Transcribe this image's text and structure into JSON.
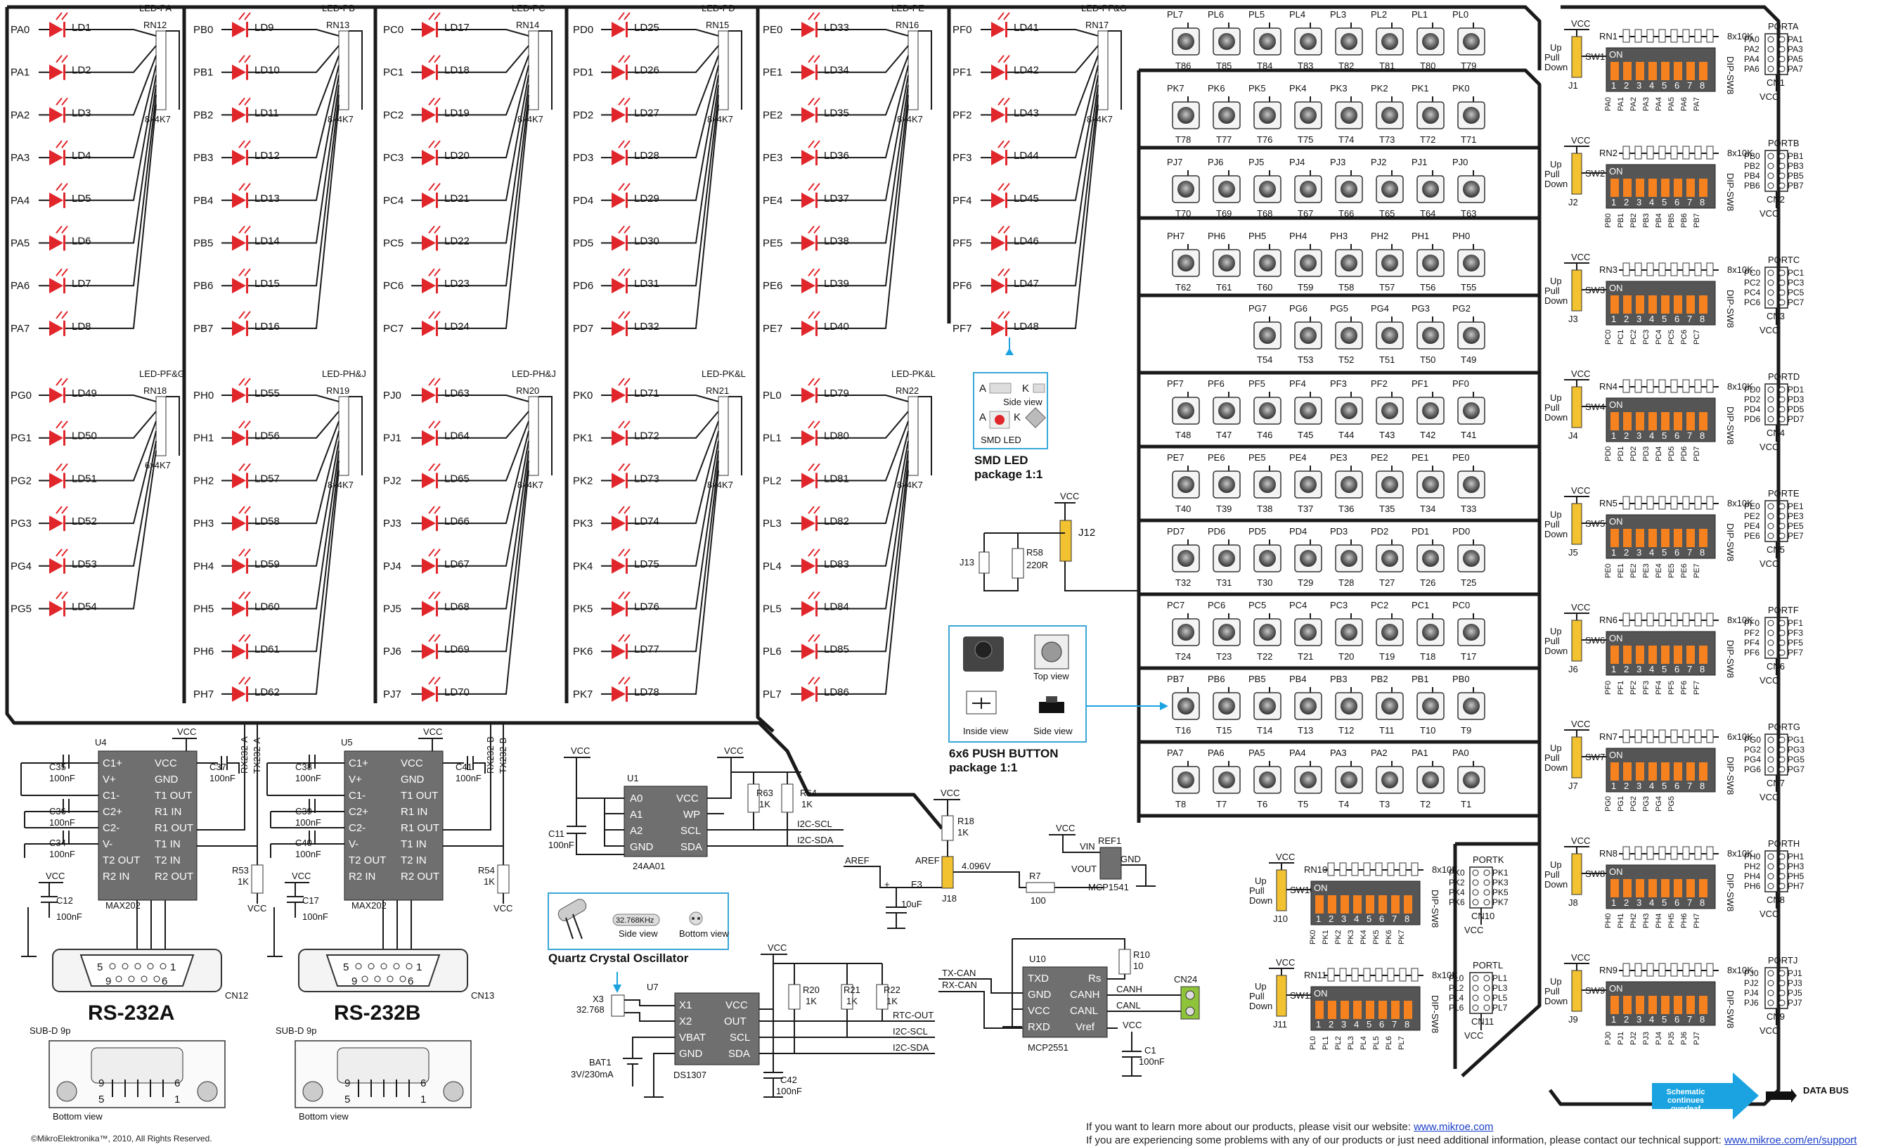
{
  "led_groups": [
    {
      "bank": "LED-PA",
      "rn": "RN12",
      "rv": "8x4K7",
      "p": [
        "PA0",
        "PA1",
        "PA2",
        "PA3",
        "PA4",
        "PA5",
        "PA6",
        "PA7"
      ],
      "l": [
        "LD1",
        "LD2",
        "LD3",
        "LD4",
        "LD5",
        "LD6",
        "LD7",
        "LD8"
      ]
    },
    {
      "bank": "LED-PB",
      "rn": "RN13",
      "rv": "8x4K7",
      "p": [
        "PB0",
        "PB1",
        "PB2",
        "PB3",
        "PB4",
        "PB5",
        "PB6",
        "PB7"
      ],
      "l": [
        "LD9",
        "LD10",
        "LD11",
        "LD12",
        "LD13",
        "LD14",
        "LD15",
        "LD16"
      ]
    },
    {
      "bank": "LED-PC",
      "rn": "RN14",
      "rv": "8x4K7",
      "p": [
        "PC0",
        "PC1",
        "PC2",
        "PC3",
        "PC4",
        "PC5",
        "PC6",
        "PC7"
      ],
      "l": [
        "LD17",
        "LD18",
        "LD19",
        "LD20",
        "LD21",
        "LD22",
        "LD23",
        "LD24"
      ]
    },
    {
      "bank": "LED-PD",
      "rn": "RN15",
      "rv": "8x4K7",
      "p": [
        "PD0",
        "PD1",
        "PD2",
        "PD3",
        "PD4",
        "PD5",
        "PD6",
        "PD7"
      ],
      "l": [
        "LD25",
        "LD26",
        "LD27",
        "LD28",
        "LD29",
        "LD30",
        "LD31",
        "LD32"
      ]
    },
    {
      "bank": "LED-PE",
      "rn": "RN16",
      "rv": "8x4K7",
      "p": [
        "PE0",
        "PE1",
        "PE2",
        "PE3",
        "PE4",
        "PE5",
        "PE6",
        "PE7"
      ],
      "l": [
        "LD33",
        "LD34",
        "LD35",
        "LD36",
        "LD37",
        "LD38",
        "LD39",
        "LD40"
      ]
    },
    {
      "bank": "LED-PF&G",
      "rn": "RN17",
      "rv": "8x4K7",
      "p": [
        "PF0",
        "PF1",
        "PF2",
        "PF3",
        "PF4",
        "PF5",
        "PF6",
        "PF7"
      ],
      "l": [
        "LD41",
        "LD42",
        "LD43",
        "LD44",
        "LD45",
        "LD46",
        "LD47",
        "LD48"
      ]
    },
    {
      "bank": "LED-PF&G",
      "rn": "RN18",
      "rv": "6x4K7",
      "p": [
        "PG0",
        "PG1",
        "PG2",
        "PG3",
        "PG4",
        "PG5"
      ],
      "l": [
        "LD49",
        "LD50",
        "LD51",
        "LD52",
        "LD53",
        "LD54"
      ]
    },
    {
      "bank": "LED-PH&J",
      "rn": "RN19",
      "rv": "8x4K7",
      "p": [
        "PH0",
        "PH1",
        "PH2",
        "PH3",
        "PH4",
        "PH5",
        "PH6",
        "PH7"
      ],
      "l": [
        "LD55",
        "LD56",
        "LD57",
        "LD58",
        "LD59",
        "LD60",
        "LD61",
        "LD62"
      ]
    },
    {
      "bank": "LED-PH&J",
      "rn": "RN20",
      "rv": "8x4K7",
      "p": [
        "PJ0",
        "PJ1",
        "PJ2",
        "PJ3",
        "PJ4",
        "PJ5",
        "PJ6",
        "PJ7"
      ],
      "l": [
        "LD63",
        "LD64",
        "LD65",
        "LD66",
        "LD67",
        "LD68",
        "LD69",
        "LD70"
      ]
    },
    {
      "bank": "LED-PK&L",
      "rn": "RN21",
      "rv": "8x4K7",
      "p": [
        "PK0",
        "PK1",
        "PK2",
        "PK3",
        "PK4",
        "PK5",
        "PK6",
        "PK7"
      ],
      "l": [
        "LD71",
        "LD72",
        "LD73",
        "LD74",
        "LD75",
        "LD76",
        "LD77",
        "LD78"
      ]
    },
    {
      "bank": "LED-PK&L",
      "rn": "RN22",
      "rv": "8x4K7",
      "p": [
        "PL0",
        "PL1",
        "PL2",
        "PL3",
        "PL4",
        "PL5",
        "PL6",
        "PL7"
      ],
      "l": [
        "LD79",
        "LD80",
        "LD81",
        "LD82",
        "LD83",
        "LD84",
        "LD85",
        "LD86"
      ]
    }
  ],
  "button_rows": [
    {
      "pfx": "PL",
      "start": 86,
      "cols": 8
    },
    {
      "pfx": "PK",
      "start": 78,
      "cols": 8
    },
    {
      "pfx": "PJ",
      "start": 70,
      "cols": 8
    },
    {
      "pfx": "PH",
      "start": 62,
      "cols": 8
    },
    {
      "pfx": "PG",
      "start": 54,
      "cols": 6
    },
    {
      "pfx": "PF",
      "start": 48,
      "cols": 8
    },
    {
      "pfx": "PE",
      "start": 40,
      "cols": 8
    },
    {
      "pfx": "PD",
      "start": 32,
      "cols": 8
    },
    {
      "pfx": "PC",
      "start": 24,
      "cols": 8
    },
    {
      "pfx": "PB",
      "start": 16,
      "cols": 8
    },
    {
      "pfx": "PA",
      "start": 8,
      "cols": 8
    }
  ],
  "dip_right": [
    {
      "port": "PORTA",
      "rn": "RN1",
      "rv": "8x10K",
      "sw": "SW1",
      "j": "J1",
      "cn": "CN1",
      "pfx": "PA",
      "n": 8
    },
    {
      "port": "PORTB",
      "rn": "RN2",
      "rv": "8x10K",
      "sw": "SW2",
      "j": "J2",
      "cn": "CN2",
      "pfx": "PB",
      "n": 8
    },
    {
      "port": "PORTC",
      "rn": "RN3",
      "rv": "8x10K",
      "sw": "SW3",
      "j": "J3",
      "cn": "CN3",
      "pfx": "PC",
      "n": 8
    },
    {
      "port": "PORTD",
      "rn": "RN4",
      "rv": "8x10K",
      "sw": "SW4",
      "j": "J4",
      "cn": "CN4",
      "pfx": "PD",
      "n": 8
    },
    {
      "port": "PORTE",
      "rn": "RN5",
      "rv": "8x10K",
      "sw": "SW5",
      "j": "J5",
      "cn": "CN5",
      "pfx": "PE",
      "n": 8
    },
    {
      "port": "PORTF",
      "rn": "RN6",
      "rv": "8x10K",
      "sw": "SW6",
      "j": "J6",
      "cn": "CN6",
      "pfx": "PF",
      "n": 8
    },
    {
      "port": "PORTG",
      "rn": "RN7",
      "rv": "6x10K",
      "sw": "SW7",
      "j": "J7",
      "cn": "CN7",
      "pfx": "PG",
      "n": 6
    },
    {
      "port": "PORTH",
      "rn": "RN8",
      "rv": "8x10K",
      "sw": "SW8",
      "j": "J8",
      "cn": "CN8",
      "pfx": "PH",
      "n": 8
    },
    {
      "port": "PORTJ",
      "rn": "RN9",
      "rv": "8x10K",
      "sw": "SW9",
      "j": "J9",
      "cn": "CN9",
      "pfx": "PJ",
      "n": 8
    }
  ],
  "dip_left": [
    {
      "port": "PORTK",
      "rn": "RN10",
      "rv": "8x10K",
      "sw": "SW10",
      "j": "J10",
      "cn": "CN10",
      "pfx": "PK",
      "n": 8
    },
    {
      "port": "PORTL",
      "rn": "RN11",
      "rv": "8x10K",
      "sw": "SW11",
      "j": "J11",
      "cn": "CN11",
      "pfx": "PL",
      "n": 8
    }
  ],
  "common": {
    "vcc": "VCC",
    "up": "Up",
    "pull": "Pull",
    "down": "Down",
    "on": "ON",
    "dip_type": "DIP-SW8",
    "data_bus": "DATA BUS",
    "schematic_note": [
      "Schematic",
      "continues",
      "overleaf"
    ]
  },
  "smd_led": {
    "a": "A",
    "k": "K",
    "side_view": "Side view",
    "smd_led": "SMD LED",
    "caption1": "SMD LED",
    "caption2": "package 1:1"
  },
  "push_button": {
    "top_view": "Top view",
    "inside_view": "Inside view",
    "side_view": "Side view",
    "caption1": "6x6 PUSH BUTTON",
    "caption2": "package 1:1"
  },
  "crystal": {
    "side_view": "Side view",
    "bottom_view": "Bottom view",
    "marking": "32.768KHz",
    "caption": "Quartz Crystal Oscillator"
  },
  "jumpers": {
    "j12": "J12",
    "j13": "J13",
    "r58": "R58",
    "r58v": "220R"
  },
  "rs232": [
    {
      "u": "U4",
      "chip": "MAX202",
      "c_top1": "C35",
      "c_top2": "C37",
      "c_mid": "C36",
      "c_low": "C34",
      "c_bot": "C12",
      "cn": "CN12",
      "title": "RS-232A",
      "r": "R53",
      "rx": "RX232-A",
      "tx": "TX232-A"
    },
    {
      "u": "U5",
      "chip": "MAX202",
      "c_top1": "C38",
      "c_top2": "C41",
      "c_mid": "C39",
      "c_low": "C40",
      "c_bot": "C17",
      "cn": "CN13",
      "title": "RS-232B",
      "r": "R54",
      "rx": "RX232-B",
      "tx": "TX232-B"
    }
  ],
  "rs232_common": {
    "cap_val": "100nF",
    "r_val": "1K",
    "pins_left": [
      "C1+",
      "V+",
      "C1-",
      "C2+",
      "C2-",
      "V-",
      "T2 OUT",
      "R2 IN"
    ],
    "pins_right": [
      "VCC",
      "GND",
      "T1 OUT",
      "R1 IN",
      "R1 OUT",
      "T1 IN",
      "T2 IN",
      "R2 OUT"
    ],
    "db9_top": [
      "5",
      "1"
    ],
    "db9_bot": [
      "9",
      "6"
    ],
    "subd": "SUB-D 9p",
    "bottom_view": "Bottom view",
    "conn_nums": [
      "9",
      "6",
      "5",
      "1"
    ]
  },
  "eeprom": {
    "u": "U1",
    "chip": "24AA01",
    "pins_left": [
      "A0",
      "A1",
      "A2",
      "GND"
    ],
    "pins_right": [
      "VCC",
      "WP",
      "SCL",
      "SDA"
    ],
    "c": "C11",
    "cv": "100nF",
    "r1": "R63",
    "r2": "R64",
    "rv": "1K",
    "scl": "I2C-SCL",
    "sda": "I2C-SDA"
  },
  "ref": {
    "aref1": "AREF",
    "aref2": "AREF",
    "r18": "R18",
    "r18v": "1K",
    "j18": "J18",
    "v": "4.096V",
    "r7": "R7",
    "r7v": "100",
    "e3": "E3",
    "e3v": "10uF",
    "ref1": "REF1",
    "chip": "MCP1541",
    "vin": "VIN",
    "vout": "VOUT",
    "gnd": "GND"
  },
  "rtc": {
    "u": "U7",
    "chip": "DS1307",
    "pins_left": [
      "X1",
      "X2",
      "VBAT",
      "GND"
    ],
    "pins_right": [
      "VCC",
      "OUT",
      "SCL",
      "SDA"
    ],
    "x": "X3",
    "xv": "32.768",
    "bat": "BAT1",
    "batv": "3V/230mA",
    "c": "C42",
    "cv": "100nF",
    "r1": "R20",
    "r2": "R21",
    "r3": "R22",
    "rv": "1K",
    "out": "RTC-OUT",
    "scl": "I2C-SCL",
    "sda": "I2C-SDA"
  },
  "can": {
    "u": "U10",
    "chip": "MCP2551",
    "pins_left": [
      "TXD",
      "GND",
      "VCC",
      "RXD"
    ],
    "pins_right": [
      "Rs",
      "CANH",
      "CANL",
      "Vref"
    ],
    "tx": "TX-CAN",
    "rx": "RX-CAN",
    "r": "R10",
    "rv": "10",
    "c": "C1",
    "cv": "100nF",
    "cn": "CN24",
    "canh": "CANH",
    "canl": "CANL"
  },
  "footer": {
    "line1": "If you want to learn more about our products, please visit our website: ",
    "link1": "www.mikroe.com",
    "line2": "If you are experiencing some problems with any of our products or just need additional information, please contact our technical support: ",
    "link2": "www.mikroe.com/en/support",
    "copyright": "©MikroElektronika™, 2010, All Rights Reserved."
  },
  "colors": {
    "led": "#e0262b",
    "dip": "#f5821f",
    "dip_body": "#555555",
    "jumper": "#f2c230",
    "inset_border": "#3aa7d8",
    "arrow": "#1aa3e0",
    "can_terminal": "#8fc43a"
  }
}
